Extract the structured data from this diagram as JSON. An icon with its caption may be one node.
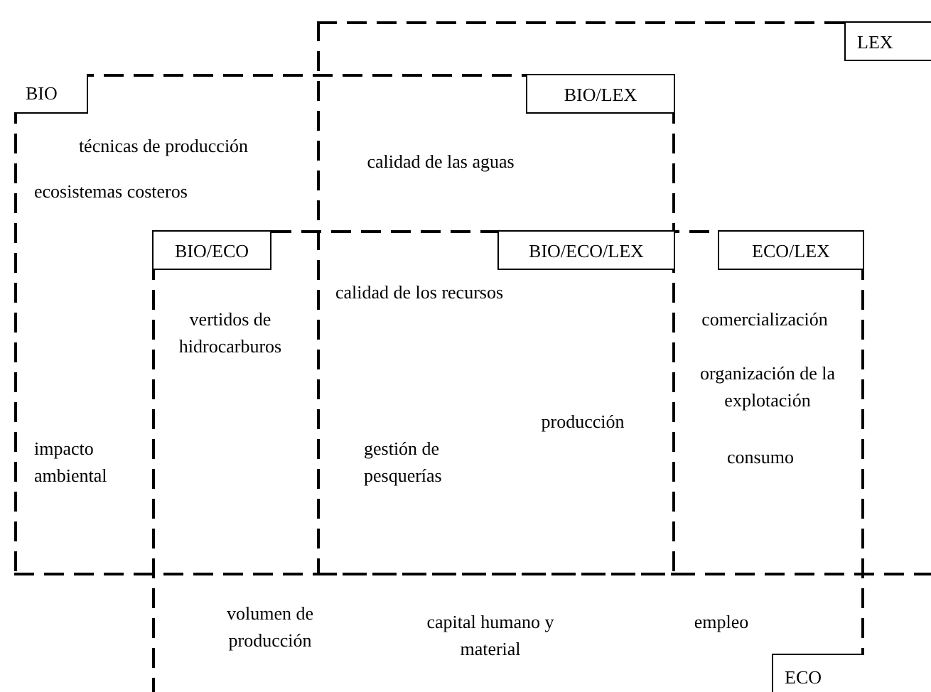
{
  "diagram": {
    "nodes": [
      {
        "text": [
          "LEX"
        ]
      },
      {
        "text": [
          "BIO"
        ]
      },
      {
        "text": [
          "ECO"
        ]
      },
      {
        "text": [
          "BIO/LEX"
        ]
      },
      {
        "text": [
          "BIO/ECO"
        ]
      },
      {
        "text": [
          "BIO/ECO/LEX"
        ]
      },
      {
        "text": [
          "ECO/LEX"
        ]
      }
    ],
    "labels": [
      "técnicas de producción",
      "calidad de las aguas",
      "ecosistemas costeros",
      "calidad de los recursos",
      "vertidos de hidrocarburos",
      "comercialización",
      "organización de la explotación",
      "producción",
      "impacto ambiental",
      "gestión de pesquerías",
      "consumo",
      "volumen de producción",
      "capital humano y material",
      "empleo"
    ]
  }
}
